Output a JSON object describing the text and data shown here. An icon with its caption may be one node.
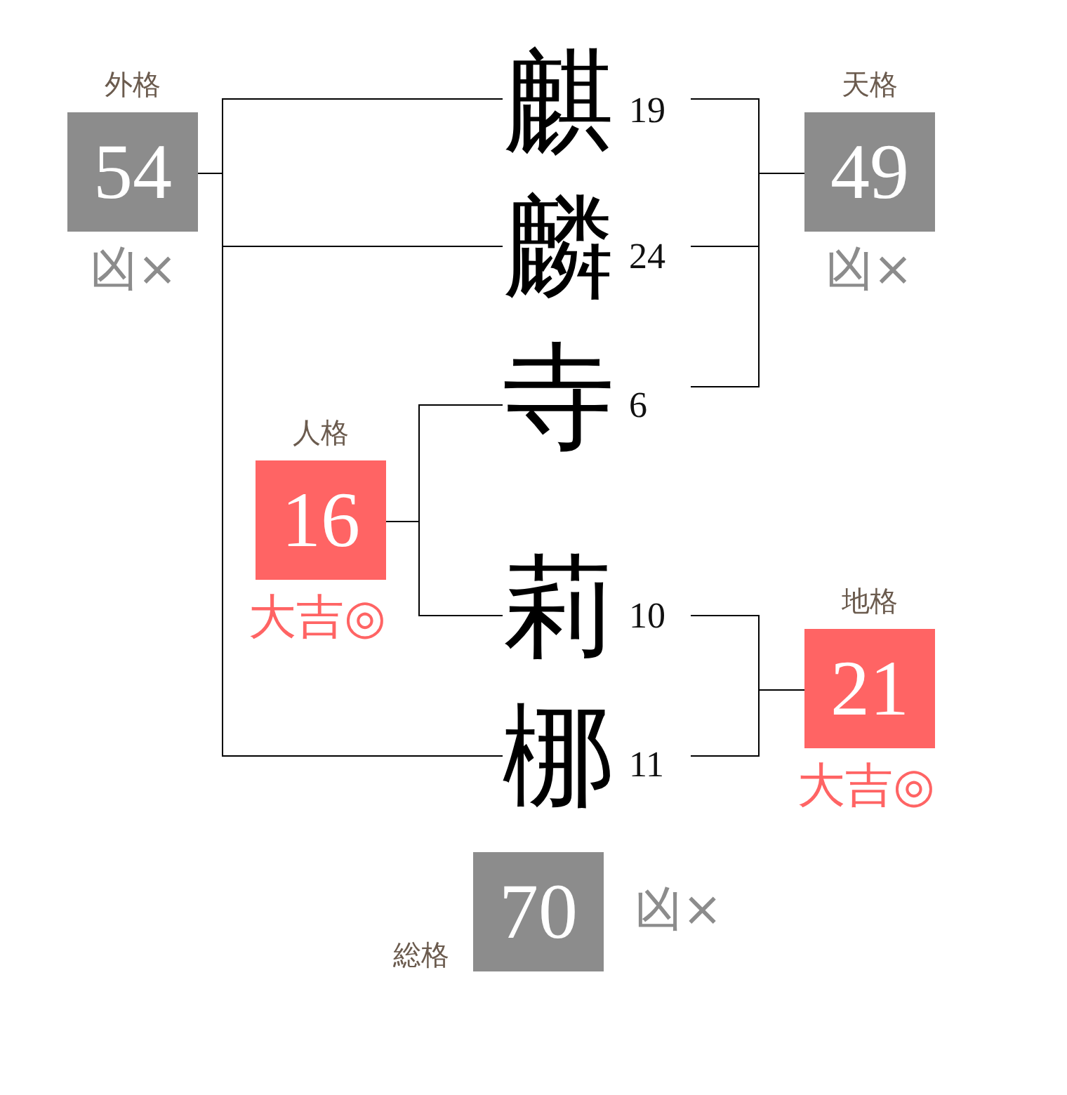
{
  "diagram": {
    "nodes": [
      {
        "text": [
          "外格",
          "54"
        ],
        "beside": [
          "凶×"
        ]
      },
      {
        "text": [
          "天格",
          "49"
        ],
        "beside": [
          "凶×"
        ]
      },
      {
        "text": [
          "麒"
        ],
        "beside": [
          "19"
        ]
      },
      {
        "text": [
          "麟"
        ],
        "beside": [
          "24"
        ]
      },
      {
        "text": [
          "寺"
        ],
        "beside": [
          "6"
        ]
      },
      {
        "text": [
          "人格",
          "16"
        ],
        "beside": [
          "大吉◎"
        ]
      },
      {
        "text": [
          "莉"
        ],
        "beside": [
          "10"
        ]
      },
      {
        "text": [
          "地格",
          "21"
        ],
        "beside": [
          "大吉◎"
        ]
      },
      {
        "text": [
          "梛"
        ],
        "beside": [
          "11"
        ]
      },
      {
        "text": [
          "総格",
          "70"
        ],
        "beside": [
          "凶×"
        ]
      }
    ],
    "edges": [
      {
        "from": 0,
        "to": 2,
        "arrow": "none"
      },
      {
        "from": 0,
        "to": 3,
        "arrow": "none"
      },
      {
        "from": 0,
        "to": 8,
        "arrow": "none"
      },
      {
        "from": 1,
        "to": 2,
        "arrow": "none"
      },
      {
        "from": 1,
        "to": 3,
        "arrow": "none"
      },
      {
        "from": 1,
        "to": 4,
        "arrow": "none"
      },
      {
        "from": 5,
        "to": 4,
        "arrow": "none"
      },
      {
        "from": 5,
        "to": 6,
        "arrow": "none"
      },
      {
        "from": 7,
        "to": 6,
        "arrow": "none"
      },
      {
        "from": 7,
        "to": 8,
        "arrow": "none"
      }
    ]
  }
}
